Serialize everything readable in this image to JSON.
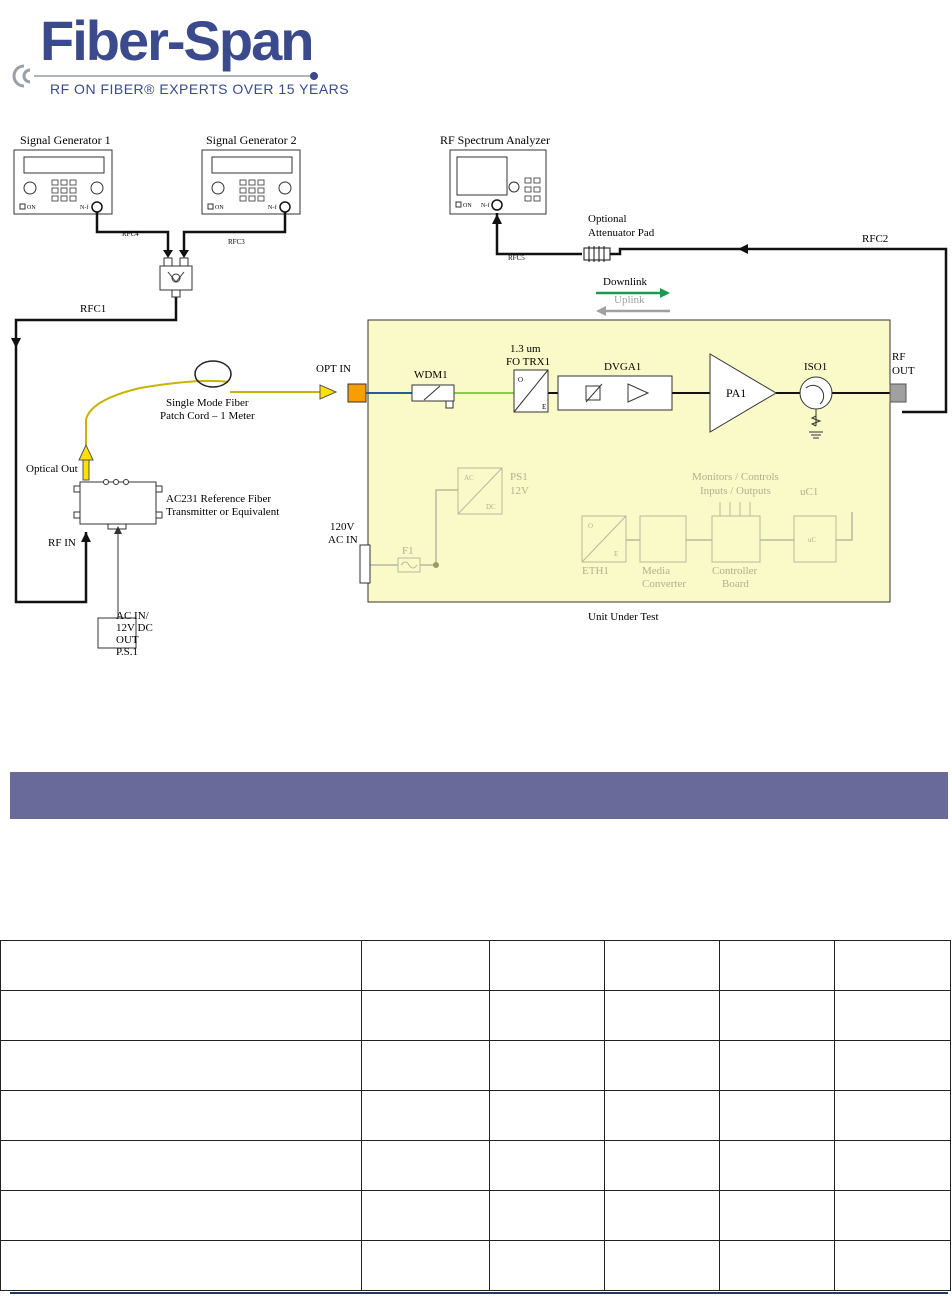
{
  "logo": {
    "brand": "Fiber-Span",
    "tagline": "RF ON FIBER® EXPERTS OVER 15 YEARS"
  },
  "diagram": {
    "sg1_title": "Signal Generator 1",
    "sg2_title": "Signal Generator 2",
    "sa_title": "RF Spectrum Analyzer",
    "on_label": "ON",
    "nf_label": "N-f",
    "rfc4": "RFC4",
    "rfc3": "RFC3",
    "rfc1": "RFC1",
    "rfc5": "RFC5",
    "rfc2": "RFC2",
    "attenuator_line1": "Optional",
    "attenuator_line2": "Attenuator Pad",
    "downlink": "Downlink",
    "uplink": "Uplink",
    "opt_in": "OPT IN",
    "fiber_line1": "Single Mode Fiber",
    "fiber_line2": "Patch Cord – 1 Meter",
    "optical_out": "Optical Out",
    "ac231_line1": "AC231 Reference Fiber",
    "ac231_line2": "Transmitter or Equivalent",
    "rf_in": "RF IN",
    "ps_line1": "AC IN/",
    "ps_line2": "12V DC",
    "ps_line3": "OUT",
    "ps_line4": "P.S.1",
    "wdm1": "WDM1",
    "trx_line1": "1.3 um",
    "trx_line2": "FO TRX1",
    "o_label": "O",
    "e_label": "E",
    "dvga1": "DVGA1",
    "pa1": "PA1",
    "iso1": "ISO1",
    "rf_out_line1": "RF",
    "rf_out_line2": "OUT",
    "ac_label": "AC",
    "dc_label": "DC",
    "ps1_line1": "PS1",
    "ps1_line2": "12V",
    "ac_in_line1": "120V",
    "ac_in_line2": "AC IN",
    "f1": "F1",
    "eth1": "ETH1",
    "media_line1": "Media",
    "media_line2": "Converter",
    "controller_line1": "Controller",
    "controller_line2": "Board",
    "monitors_line1": "Monitors / Controls",
    "monitors_line2": "Inputs / Outputs",
    "uc1": "uC1",
    "uc_label": "uC",
    "uut": "Unit Under Test"
  },
  "table": {
    "rows": [
      [
        "",
        "",
        "",
        "",
        "",
        ""
      ],
      [
        "",
        "",
        "",
        "",
        "",
        ""
      ],
      [
        "",
        "",
        "",
        "",
        "",
        ""
      ],
      [
        "",
        "",
        "",
        "",
        "",
        ""
      ],
      [
        "",
        "",
        "",
        "",
        "",
        ""
      ],
      [
        "",
        "",
        "",
        "",
        "",
        ""
      ],
      [
        "",
        "",
        "",
        "",
        "",
        ""
      ]
    ]
  }
}
